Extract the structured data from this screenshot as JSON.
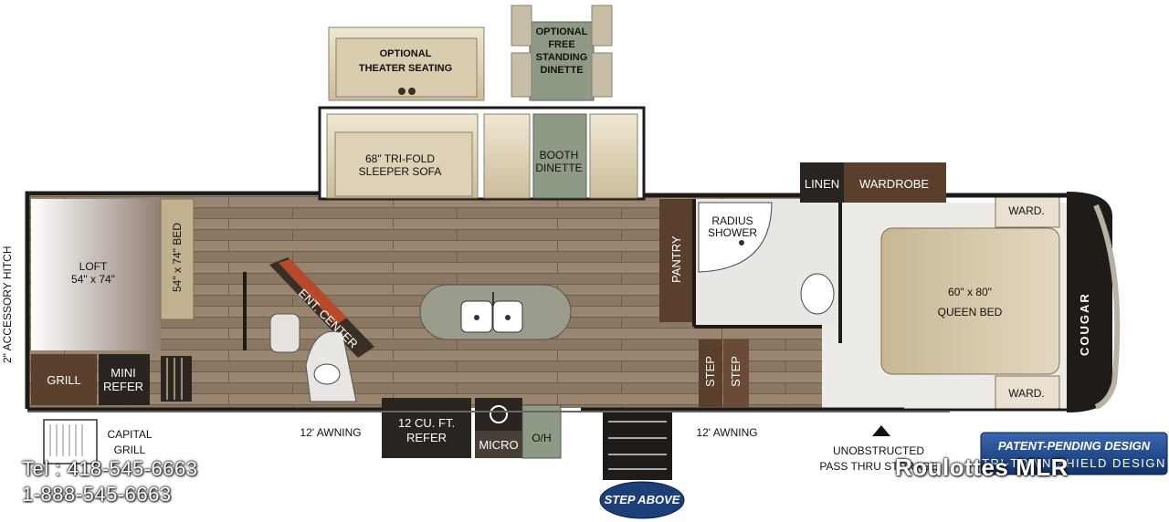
{
  "labels": {
    "hitch": "2\" ACCESSORY HITCH",
    "loft_1": "LOFT",
    "loft_2": "54\" x 74\"",
    "loft_bed": "54\" x 74\" BED",
    "grill": "GRILL",
    "mini_refer_1": "MINI",
    "mini_refer_2": "REFER",
    "capital_grill_1": "CAPITAL",
    "capital_grill_2": "GRILL",
    "awning_left": "12' AWNING",
    "awning_right": "12' AWNING",
    "ent_center": "ENT. CENTER",
    "theater_1": "OPTIONAL",
    "theater_2": "THEATER SEATING",
    "dinette_opt_1": "OPTIONAL",
    "dinette_opt_2": "FREE",
    "dinette_opt_3": "STANDING",
    "dinette_opt_4": "DINETTE",
    "sofa_1": "68\" TRI-FOLD",
    "sofa_2": "SLEEPER SOFA",
    "booth_1": "BOOTH",
    "booth_2": "DINETTE",
    "refer_1": "12 CU. FT.",
    "refer_2": "REFER",
    "micro": "MICRO",
    "oh": "O/H",
    "pantry": "PANTRY",
    "radius_1": "RADIUS",
    "radius_2": "SHOWER",
    "step_1": "STEP",
    "step_2": "STEP",
    "linen": "LINEN",
    "wardrobe": "WARDROBE",
    "ward_top": "WARD.",
    "ward_bottom": "WARD.",
    "bed_1": "60\" x 80\"",
    "bed_2": "QUEEN BED",
    "cougar": "COUGAR",
    "pass_1": "UNOBSTRUCTED",
    "pass_2": "PASS THRU STORAGE",
    "patent_1": "PATENT-PENDING DESIGN",
    "patent_2": "TRI-TOWN SHIELD DESIGN",
    "step_above": "STEP ABOVE"
  },
  "overlay": {
    "phone_1": "Tel : 418-545-6663",
    "phone_2": "1-888-545-6663",
    "dealer": "Roulottes MLR"
  },
  "colors": {
    "wall": "#1f1b18",
    "floor": "#8c7a63",
    "sofa": "#d8ccb0",
    "dinette": "#8f9a86",
    "bed": "#d5c6a8",
    "badge": "#1c3f7a"
  }
}
